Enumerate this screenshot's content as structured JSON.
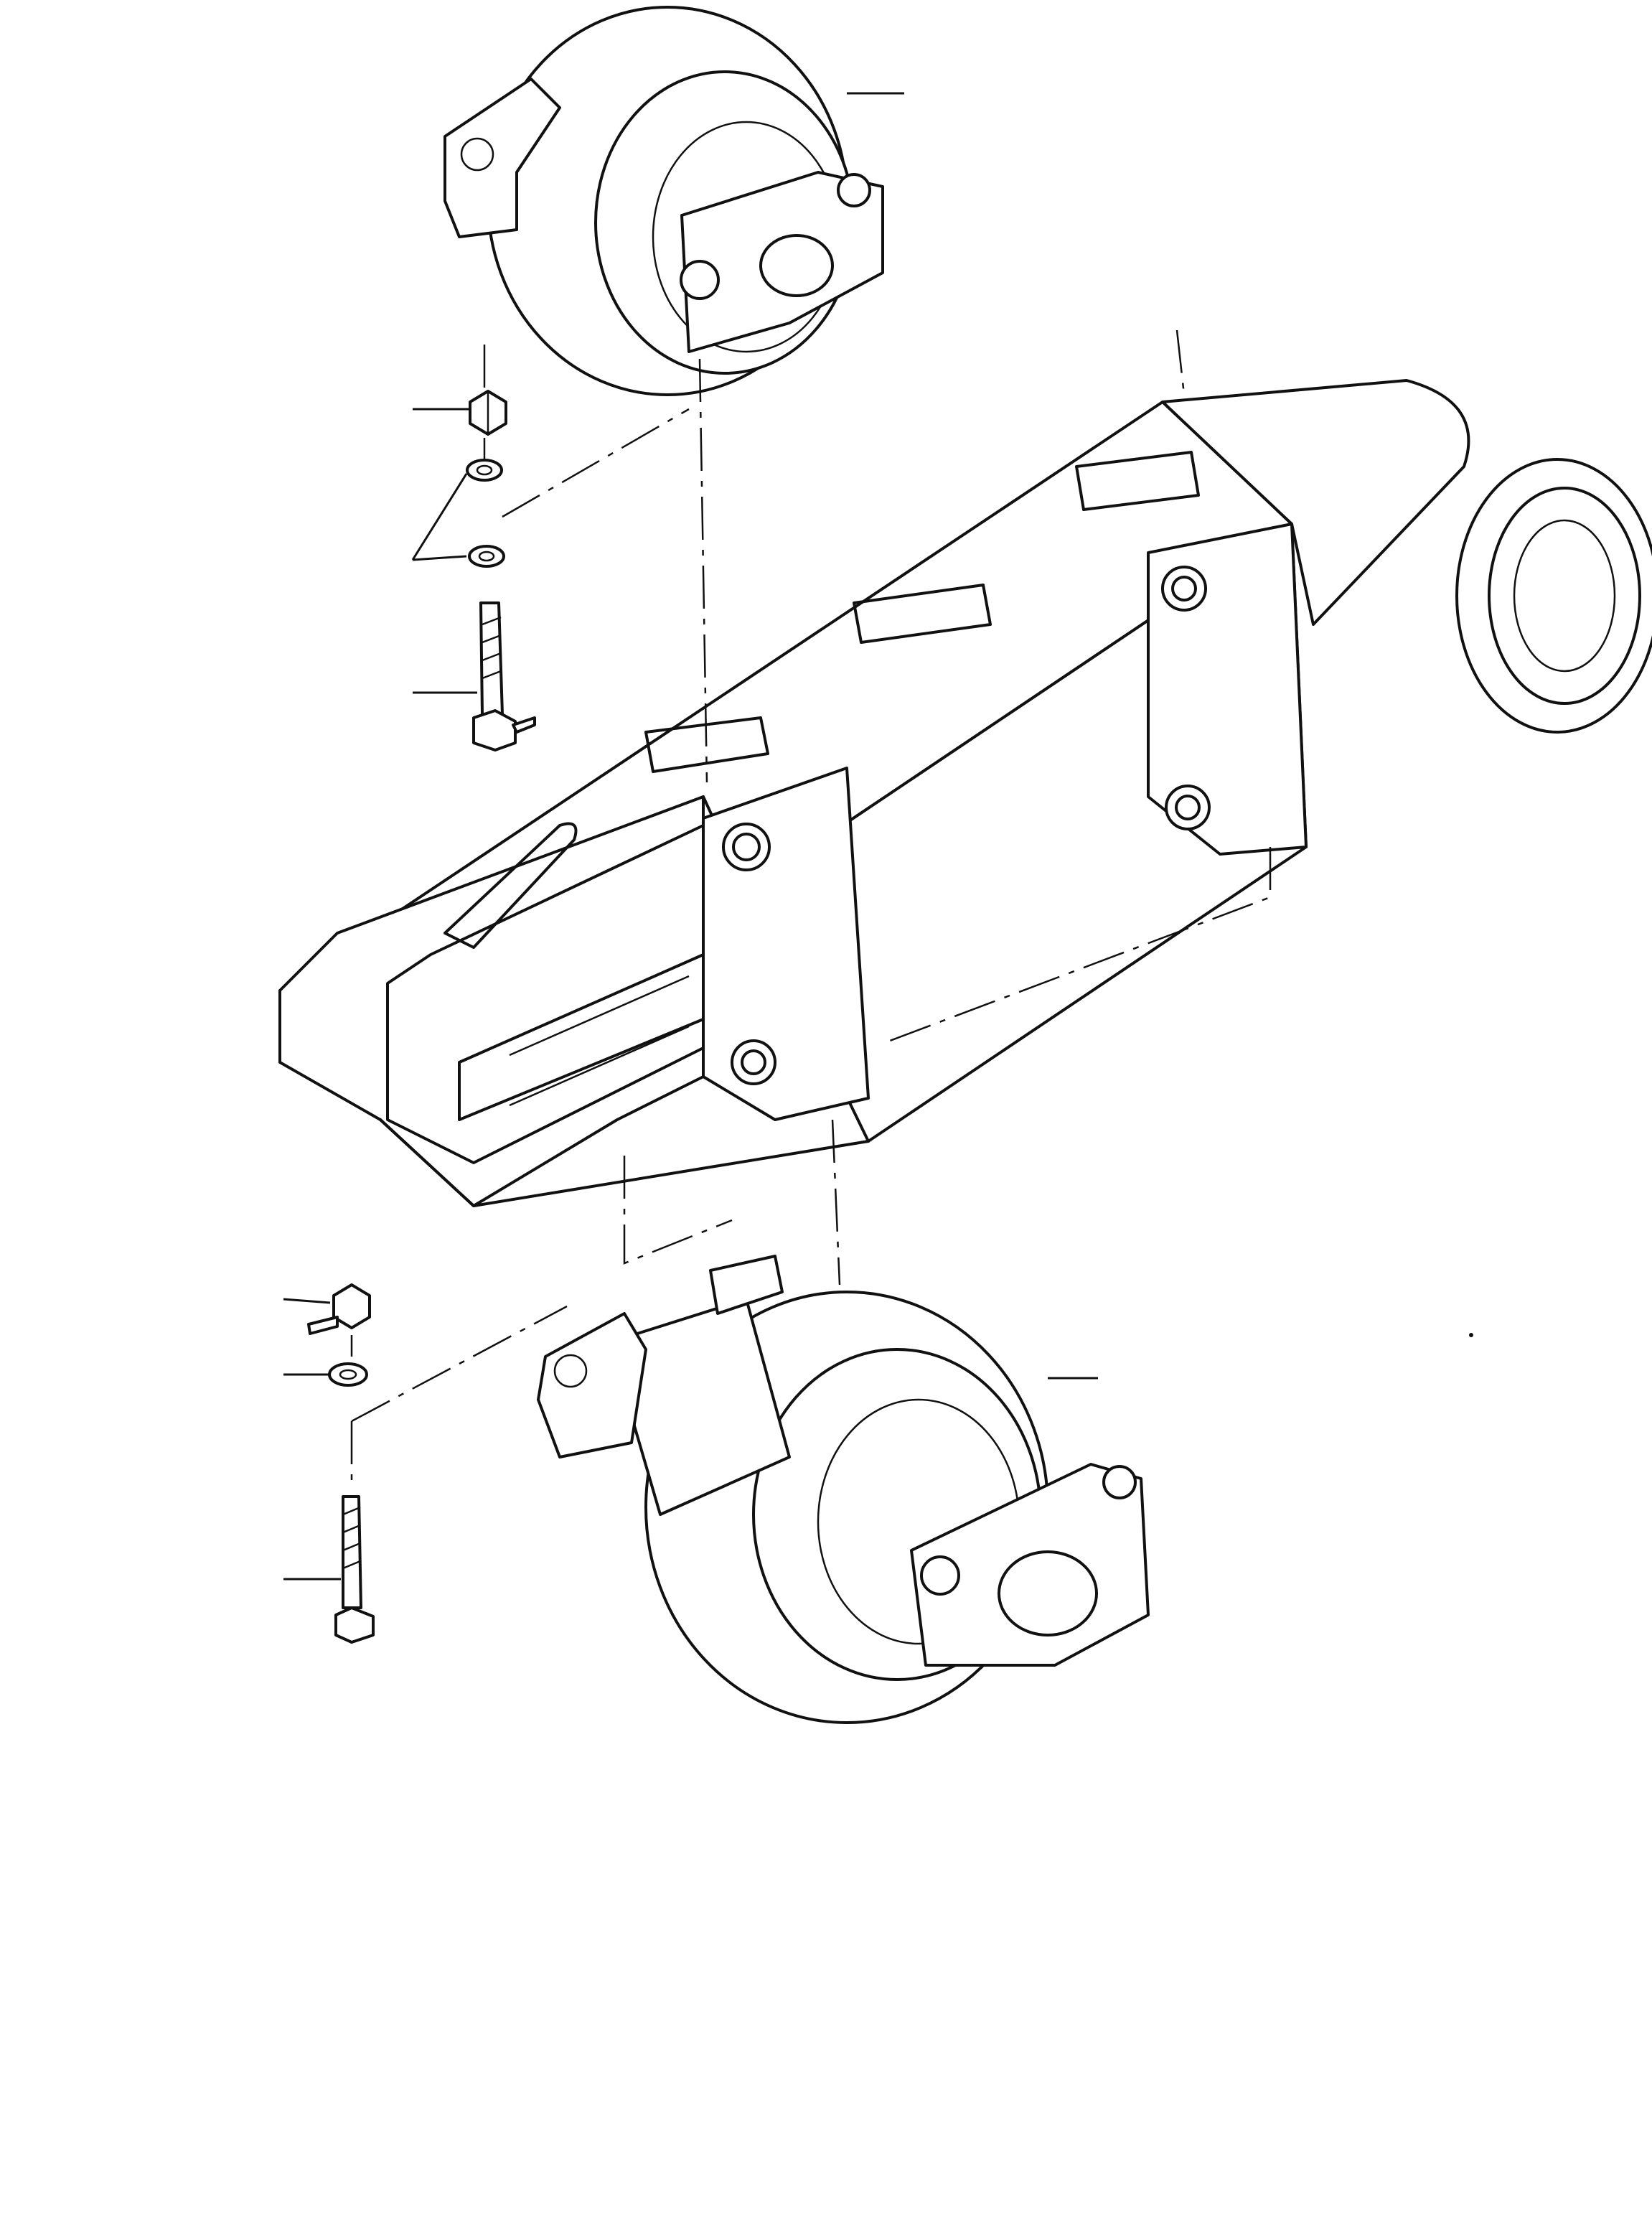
{
  "figure": {
    "kind": "exploded parts diagram (line drawing, no printed text)",
    "components": [
      {
        "id": "upper-roller",
        "label": ""
      },
      {
        "id": "track-frame",
        "label": ""
      },
      {
        "id": "lower-roller",
        "label": ""
      },
      {
        "id": "upper-nut",
        "label": ""
      },
      {
        "id": "upper-washers",
        "label": ""
      },
      {
        "id": "upper-bolt",
        "label": ""
      },
      {
        "id": "lower-nut",
        "label": ""
      },
      {
        "id": "lower-washer",
        "label": ""
      },
      {
        "id": "lower-bolt",
        "label": ""
      }
    ],
    "line_color": "#111111",
    "background": "#ffffff"
  }
}
